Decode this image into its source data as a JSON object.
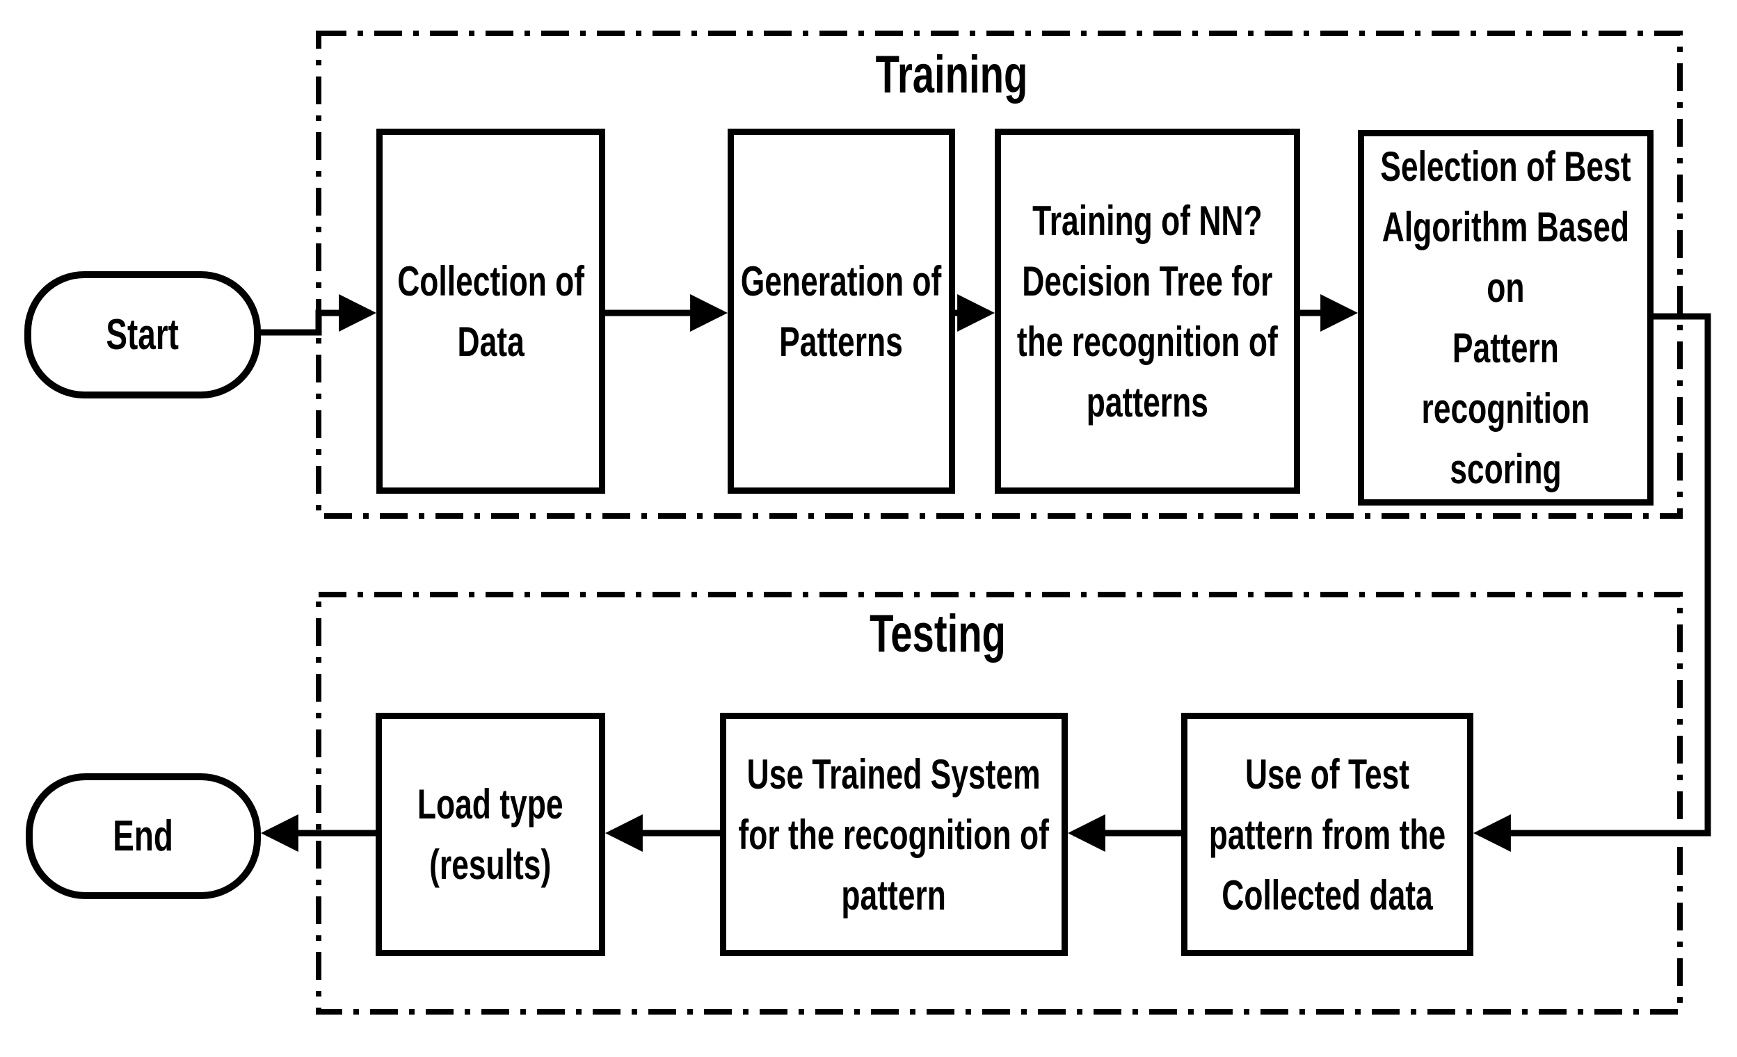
{
  "diagram": {
    "start_label": "Start",
    "end_label": "End",
    "training": {
      "title": "Training",
      "boxes": [
        {
          "label": "Collection of\nData"
        },
        {
          "label": "Generation of\nPatterns"
        },
        {
          "label": "Training of NN?\nDecision Tree for\nthe recognition of\npatterns"
        },
        {
          "label": "Selection of Best\nAlgorithm Based\non\nPattern\nrecognition\nscoring"
        }
      ]
    },
    "testing": {
      "title": "Testing",
      "boxes": [
        {
          "label": "Use of Test\npattern from the\nCollected data"
        },
        {
          "label": "Use Trained System\nfor the recognition of\npattern"
        },
        {
          "label": "Load type\n(results)"
        }
      ]
    },
    "colors": {
      "stroke": "#000000",
      "background": "#ffffff"
    }
  }
}
